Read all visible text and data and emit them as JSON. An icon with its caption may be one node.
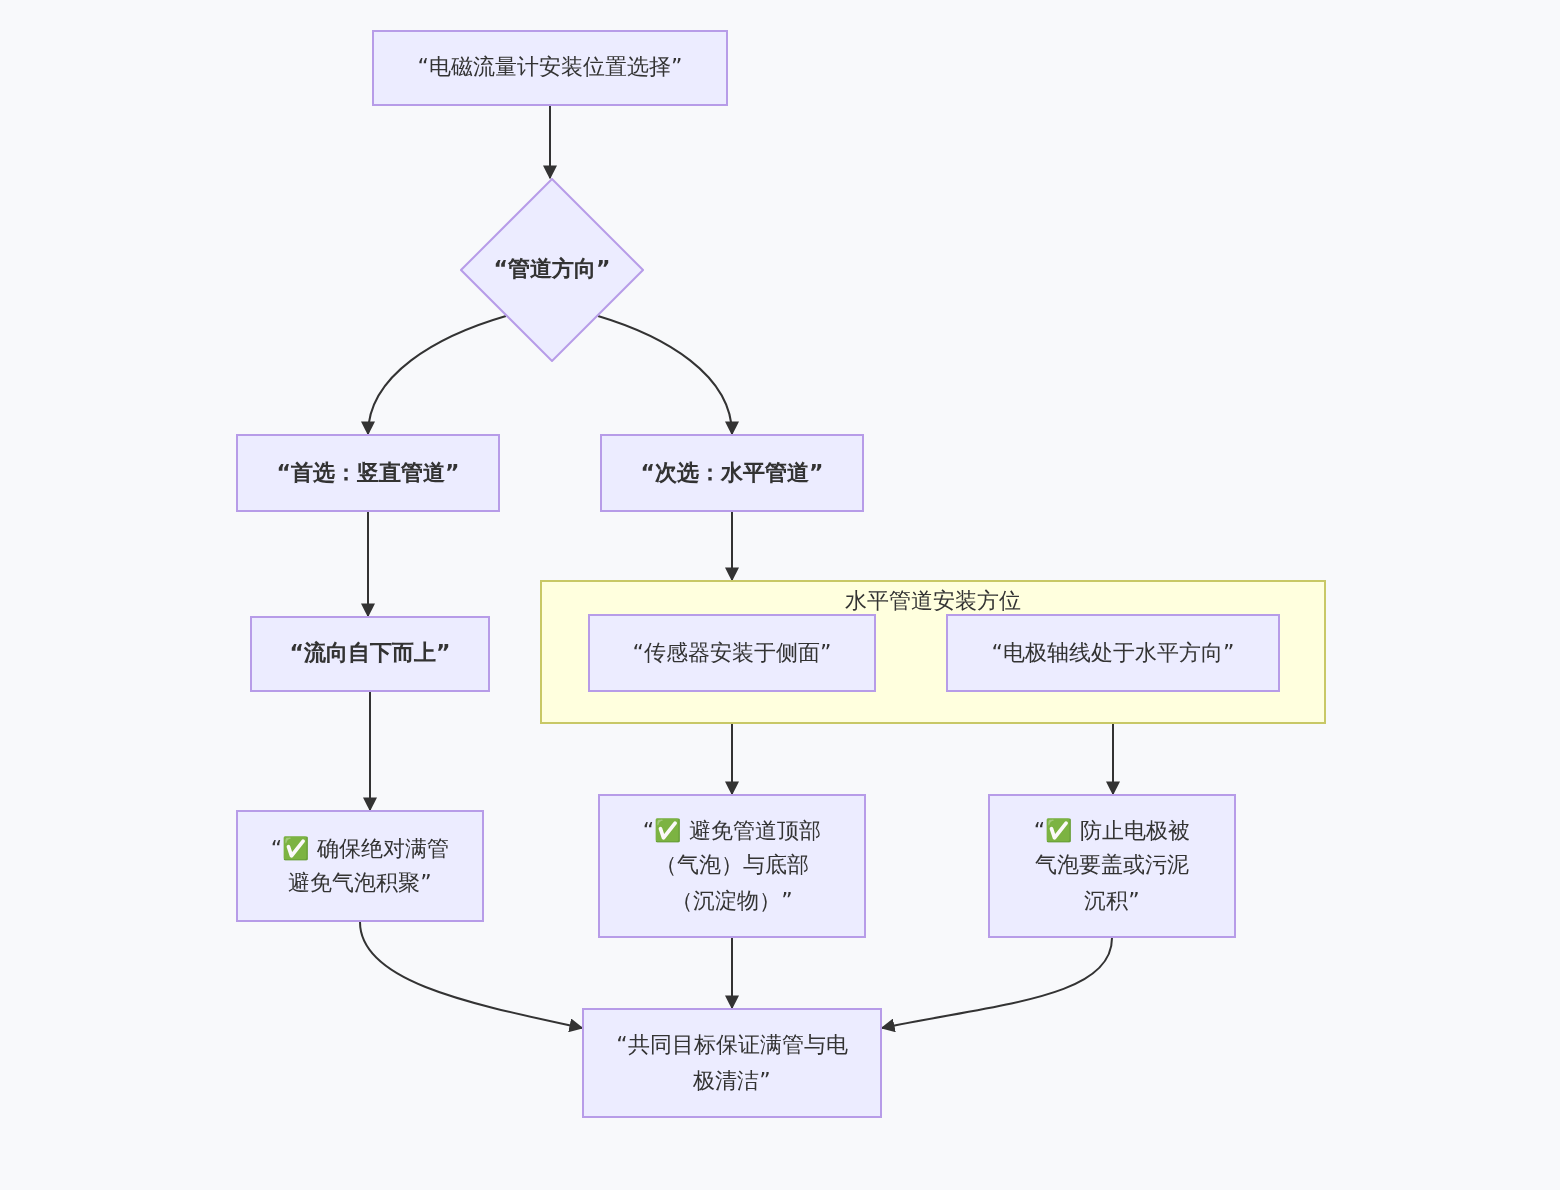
{
  "diagram": {
    "nodes": [
      {
        "text": [
          "“电磁流量计安装位置选择”"
        ]
      },
      {
        "text": [
          "“管道方向”"
        ]
      },
      {
        "text": [
          "“首选：竖直管道”"
        ]
      },
      {
        "text": [
          "“次选：水平管道”"
        ]
      },
      {
        "text": [
          "“流向自下而上”"
        ]
      },
      {
        "text": [
          "水平管道安装方位"
        ]
      },
      {
        "text": [
          "“传感器安装于侧面”"
        ],
        "in": 5
      },
      {
        "text": [
          "“电极轴线处于水平方向”"
        ],
        "in": 5
      },
      {
        "text": [
          "“✅ 确保绝对满管避免气泡积聚”"
        ]
      },
      {
        "text": [
          "“✅ 避免管道顶部（气泡）与底部（沉淀物）”"
        ]
      },
      {
        "text": [
          "“✅ 防止电极被气泡要盖或污泥沉积”"
        ]
      },
      {
        "text": [
          "“共同目标保证满管与电极清洁”"
        ]
      }
    ],
    "edges": [
      {
        "from": 0,
        "to": 1,
        "arrow": "to"
      },
      {
        "from": 1,
        "to": 2,
        "arrow": "to"
      },
      {
        "from": 1,
        "to": 3,
        "arrow": "to"
      },
      {
        "from": 2,
        "to": 4,
        "arrow": "to"
      },
      {
        "from": 3,
        "to": 5,
        "arrow": "to"
      },
      {
        "from": 4,
        "to": 8,
        "arrow": "to"
      },
      {
        "from": 6,
        "to": 9,
        "arrow": "to"
      },
      {
        "from": 7,
        "to": 10,
        "arrow": "to"
      },
      {
        "from": 8,
        "to": 11,
        "arrow": "to"
      },
      {
        "from": 9,
        "to": 11,
        "arrow": "to"
      },
      {
        "from": 10,
        "to": 11,
        "arrow": "to"
      }
    ]
  }
}
